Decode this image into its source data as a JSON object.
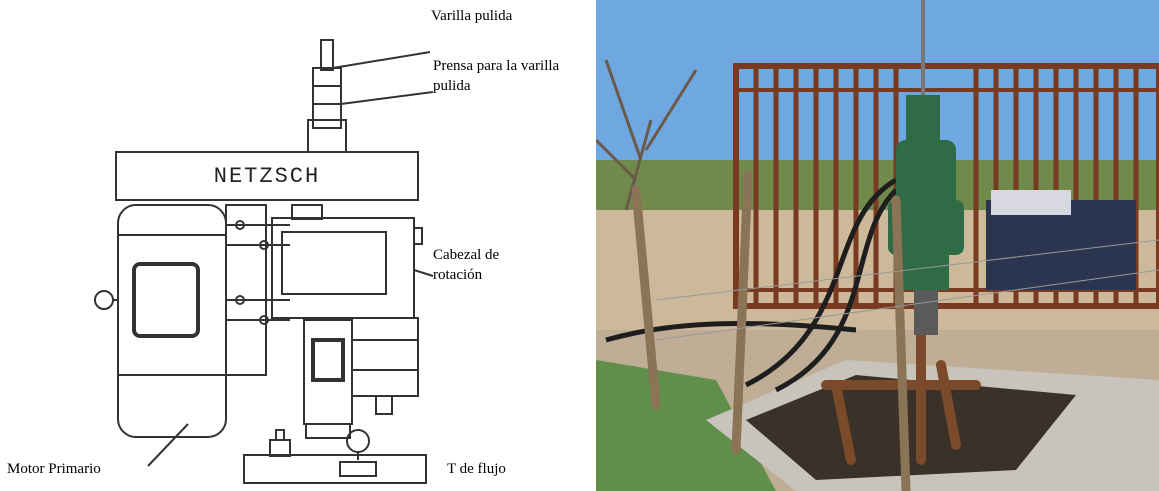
{
  "diagram": {
    "brand": "NETZSCH",
    "labels": {
      "polished_rod": "Varilla pulida",
      "rod_clamp_line1": "Prensa para la varilla",
      "rod_clamp_line2": "pulida",
      "drive_head_line1": "Cabezal de",
      "drive_head_line2": "rotación",
      "prime_motor": "Motor Primario",
      "flow_tee": "T de flujo"
    }
  },
  "photo": {
    "subject": "wellhead with green rotating drive head and rusted metal cage",
    "colors": {
      "sky": "#6fa8e0",
      "ground": "#cdb99a",
      "cage": "#7a3a22",
      "drive_head": "#2f6b45",
      "concrete": "#c8c4bc"
    }
  }
}
